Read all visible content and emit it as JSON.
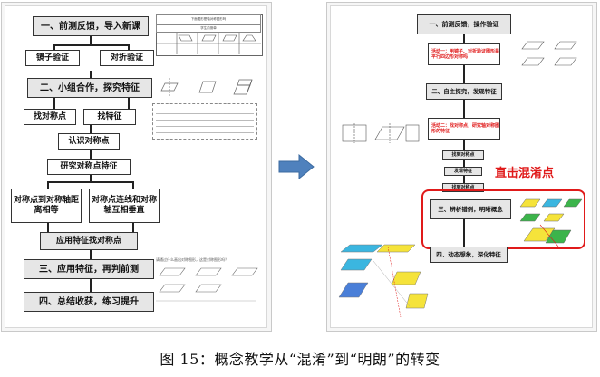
{
  "left_page": {
    "steps": [
      "一、前测反馈，导入新课",
      "二、小组合作，探究特征",
      "认识对称点",
      "研究对称点特征",
      "应用特征找对称点",
      "三、应用特征，再判前测",
      "四、总结收获，练习提升"
    ],
    "branches": {
      "mirror": "镜子验证",
      "fold": "对折验证",
      "find_points": "找对称点",
      "find_features": "找特征",
      "equal_distance": "对称点到对称轴距离相等",
      "perpendicular": "对称点连线和对称轴互相垂直"
    },
    "worksheet_table_header": "下面图形是轴对称图形吗",
    "worksheet_title": "学生前测单",
    "worksheet_footer": "请通过什么画出对称图形，这是对称图形吗？"
  },
  "arrow": "➜",
  "right_page": {
    "steps": {
      "s1": "一、前测反馈，操作验证",
      "s2": "二、自主探究，发现特征",
      "s3": "三、辨析错例，明晰概念",
      "s4": "四、动态想象，深化特征"
    },
    "activities": {
      "a1": "活动一：用镜子、对折验证图形是平行四边形对称吗",
      "a2": "活动二：找对称点，研究轴对称图形的特征"
    },
    "small_boxes": {
      "b1": "找到对称点",
      "b2": "发现特征",
      "b3": "找到对称点"
    },
    "callout": "直击混淆点"
  },
  "caption": "图 15：概念教学从“混淆”到“明朗”的转变",
  "colors": {
    "callout_red": "#e01a1a",
    "shape_yellow": "#f5e33a",
    "shape_cyan": "#3bb6e0",
    "shape_green": "#3cb44b",
    "shape_blue": "#4a7fd8"
  }
}
